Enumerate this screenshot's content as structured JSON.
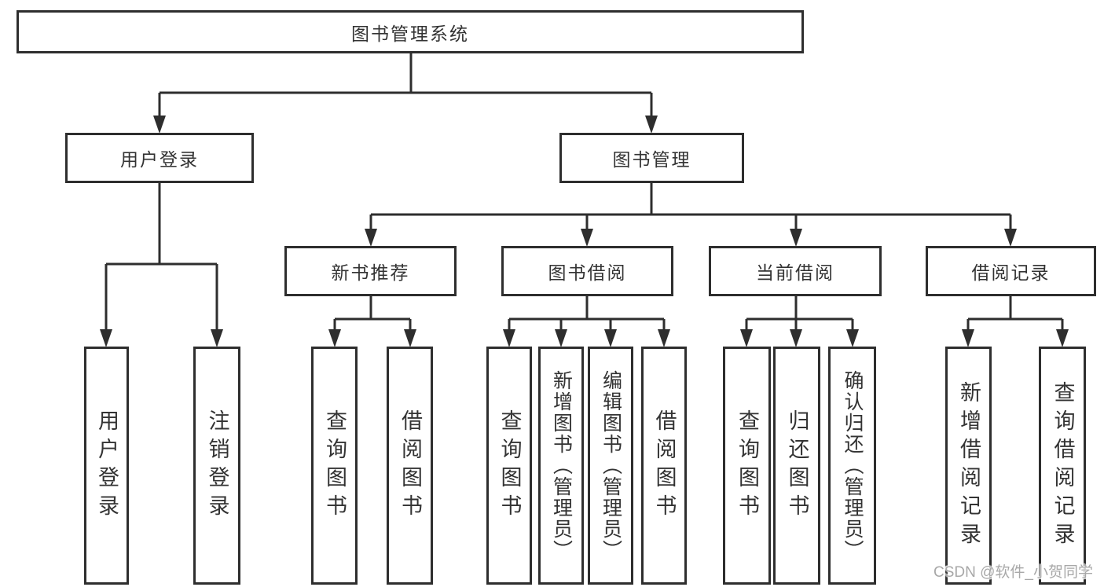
{
  "tree": {
    "root": {
      "label": "图书管理系统",
      "children": [
        {
          "label": "用户登录",
          "children": [
            {
              "label": "用户登录"
            },
            {
              "label": "注销登录"
            }
          ]
        },
        {
          "label": "图书管理",
          "children": [
            {
              "label": "新书推荐",
              "children": [
                {
                  "label": "查询图书"
                },
                {
                  "label": "借阅图书"
                }
              ]
            },
            {
              "label": "图书借阅",
              "children": [
                {
                  "label": "查询图书"
                },
                {
                  "label": "新增图书（管理员）"
                },
                {
                  "label": "编辑图书（管理员）"
                },
                {
                  "label": "借阅图书"
                }
              ]
            },
            {
              "label": "当前借阅",
              "children": [
                {
                  "label": "查询图书"
                },
                {
                  "label": "归还图书"
                },
                {
                  "label": "确认归还（管理员）"
                }
              ]
            },
            {
              "label": "借阅记录",
              "children": [
                {
                  "label": "新增借阅记录"
                },
                {
                  "label": "查询借阅记录"
                }
              ]
            }
          ]
        }
      ]
    }
  },
  "watermark": {
    "text": "CSDN @软件_小贺同学"
  },
  "colors": {
    "line": "#2e2e2e",
    "text": "#333333",
    "watermark": "#a8a8a8",
    "background": "#ffffff"
  }
}
